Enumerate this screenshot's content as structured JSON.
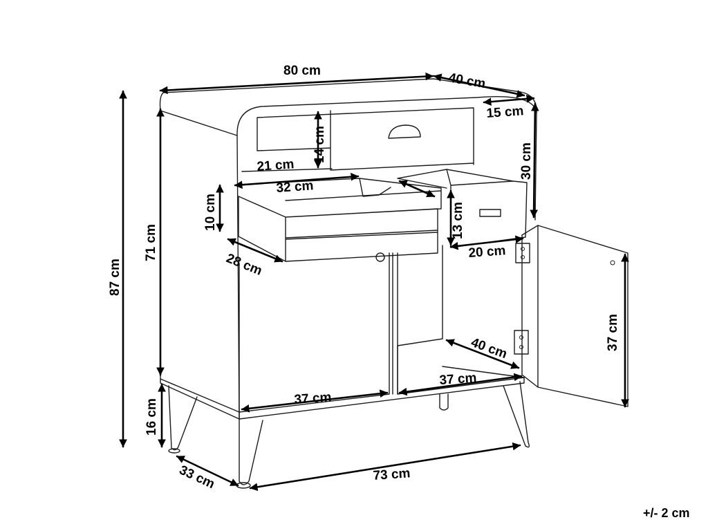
{
  "dimensions": {
    "width": "80 cm",
    "depth": "40 cm",
    "shelf_depth": "15 cm",
    "top_height": "14 cm",
    "side_height": "30 cm",
    "drawer_top_depth": "21 cm",
    "drawer_width": "32 cm",
    "drawer_height": "10 cm",
    "drawer_depth": "28 cm",
    "small_drawer_height": "13 cm",
    "small_drawer_width": "20 cm",
    "total_height": "87 cm",
    "body_height": "71 cm",
    "leg_height": "16 cm",
    "door_width_left": "37 cm",
    "door_width_right": "37 cm",
    "inner_depth": "40 cm",
    "door_height": "37 cm",
    "base_width": "73 cm",
    "base_depth": "33 cm"
  },
  "tolerance": "+/- 2 cm"
}
